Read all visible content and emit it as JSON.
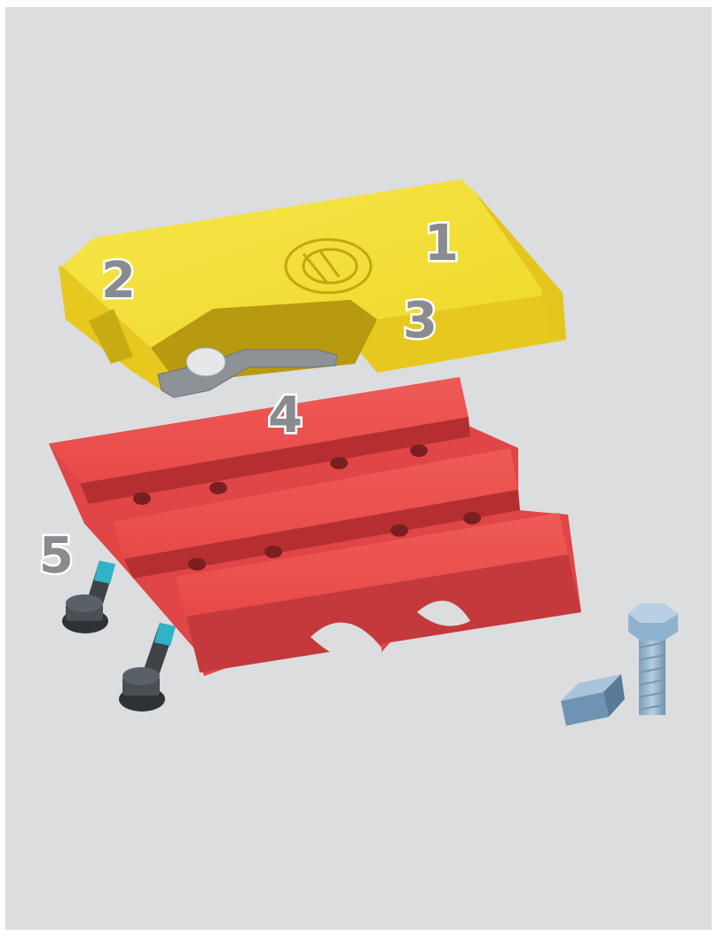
{
  "callouts": {
    "n1": "1",
    "n2": "2",
    "n3": "3",
    "n4": "4",
    "n5": "5"
  },
  "colors": {
    "background": "#dcddde",
    "pad_yellow": "#f2de2c",
    "shoe_red": "#e8484a",
    "bolt_blue": "#8fb3cf",
    "bolt_dark": "#3f4348",
    "callout_gray": "#8a8b8e"
  },
  "icons": {
    "pad": "rubber-track-pad",
    "shoe": "steel-grouser-shoe",
    "clip": "retaining-clip",
    "bolt": "hex-bolt",
    "nut": "square-nut",
    "logo": "embossed-logo"
  }
}
